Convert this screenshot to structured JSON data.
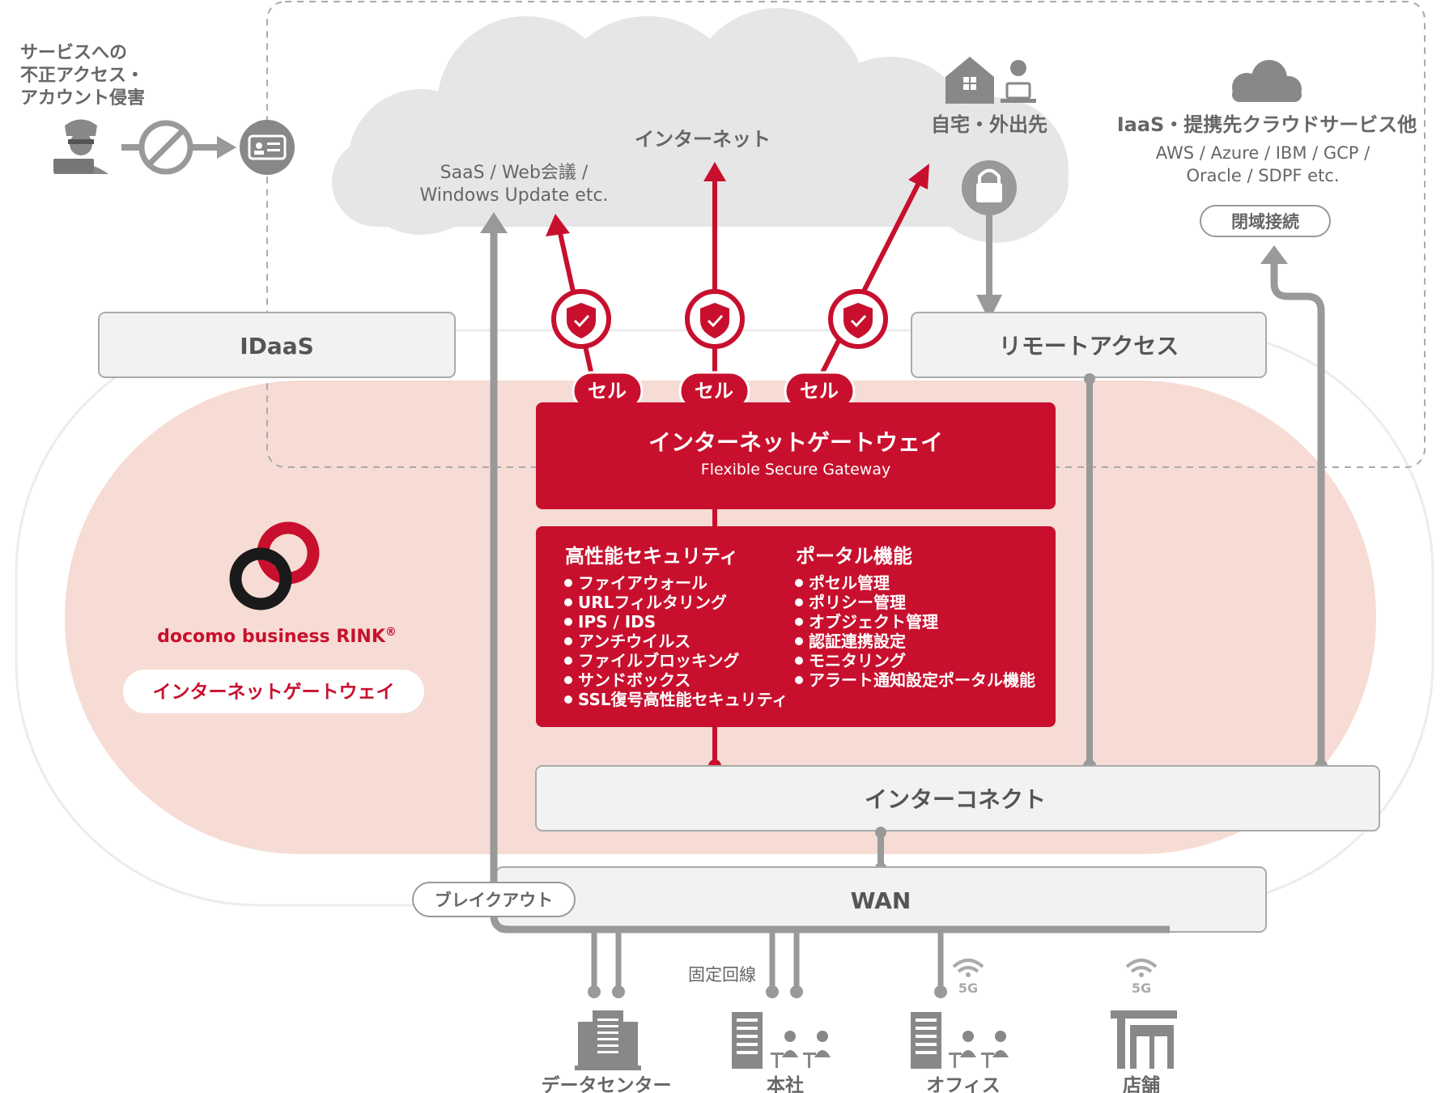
{
  "threat": {
    "lines": [
      "サービスへの",
      "不正アクセス・",
      "アカウント侵害"
    ]
  },
  "cloud": {
    "internet_label": "インターネット",
    "saas_lines": [
      "SaaS / Web会議 /",
      "Windows Update etc."
    ],
    "home_label": "自宅・外出先"
  },
  "iaas": {
    "title": "IaaS・提携先クラウドサービス他",
    "lines": [
      "AWS / Azure / IBM / GCP /",
      "Oracle / SDPF etc."
    ],
    "closed_label": "閉域接続"
  },
  "idaas_label": "IDaaS",
  "remote_access_label": "リモートアクセス",
  "cells": [
    "セル",
    "セル",
    "セル"
  ],
  "gateway": {
    "title": "インターネットゲートウェイ",
    "subtitle": "Flexible Secure Gateway"
  },
  "features": {
    "security_title": "高性能セキュリティ",
    "security_items": [
      "ファイアウォール",
      "URLフィルタリング",
      "IPS / IDS",
      "アンチウイルス",
      "ファイルブロッキング",
      "サンドボックス",
      "SSL復号高性能セキュリティ"
    ],
    "portal_title": "ポータル機能",
    "portal_items": [
      "ポセル管理",
      "ポリシー管理",
      "オブジェクト管理",
      "認証連携設定",
      "モニタリング",
      "アラート通知設定ポータル機能"
    ]
  },
  "brand": {
    "name": "docomo business RINK",
    "mark": "®",
    "service_label": "インターネットゲートウェイ"
  },
  "interconnect_label": "インターコネクト",
  "wan_label": "WAN",
  "breakout_label": "ブレイクアウト",
  "fixed_line_label": "固定回線",
  "sites": [
    "データセンター",
    "本社",
    "オフィス",
    "店舗"
  ],
  "network_5g": "5G",
  "colors": {
    "accent_red": "#c8102e",
    "gray_line": "#999999",
    "pink_band": "#f6dcd4",
    "box_fill": "#f2f2f2"
  }
}
